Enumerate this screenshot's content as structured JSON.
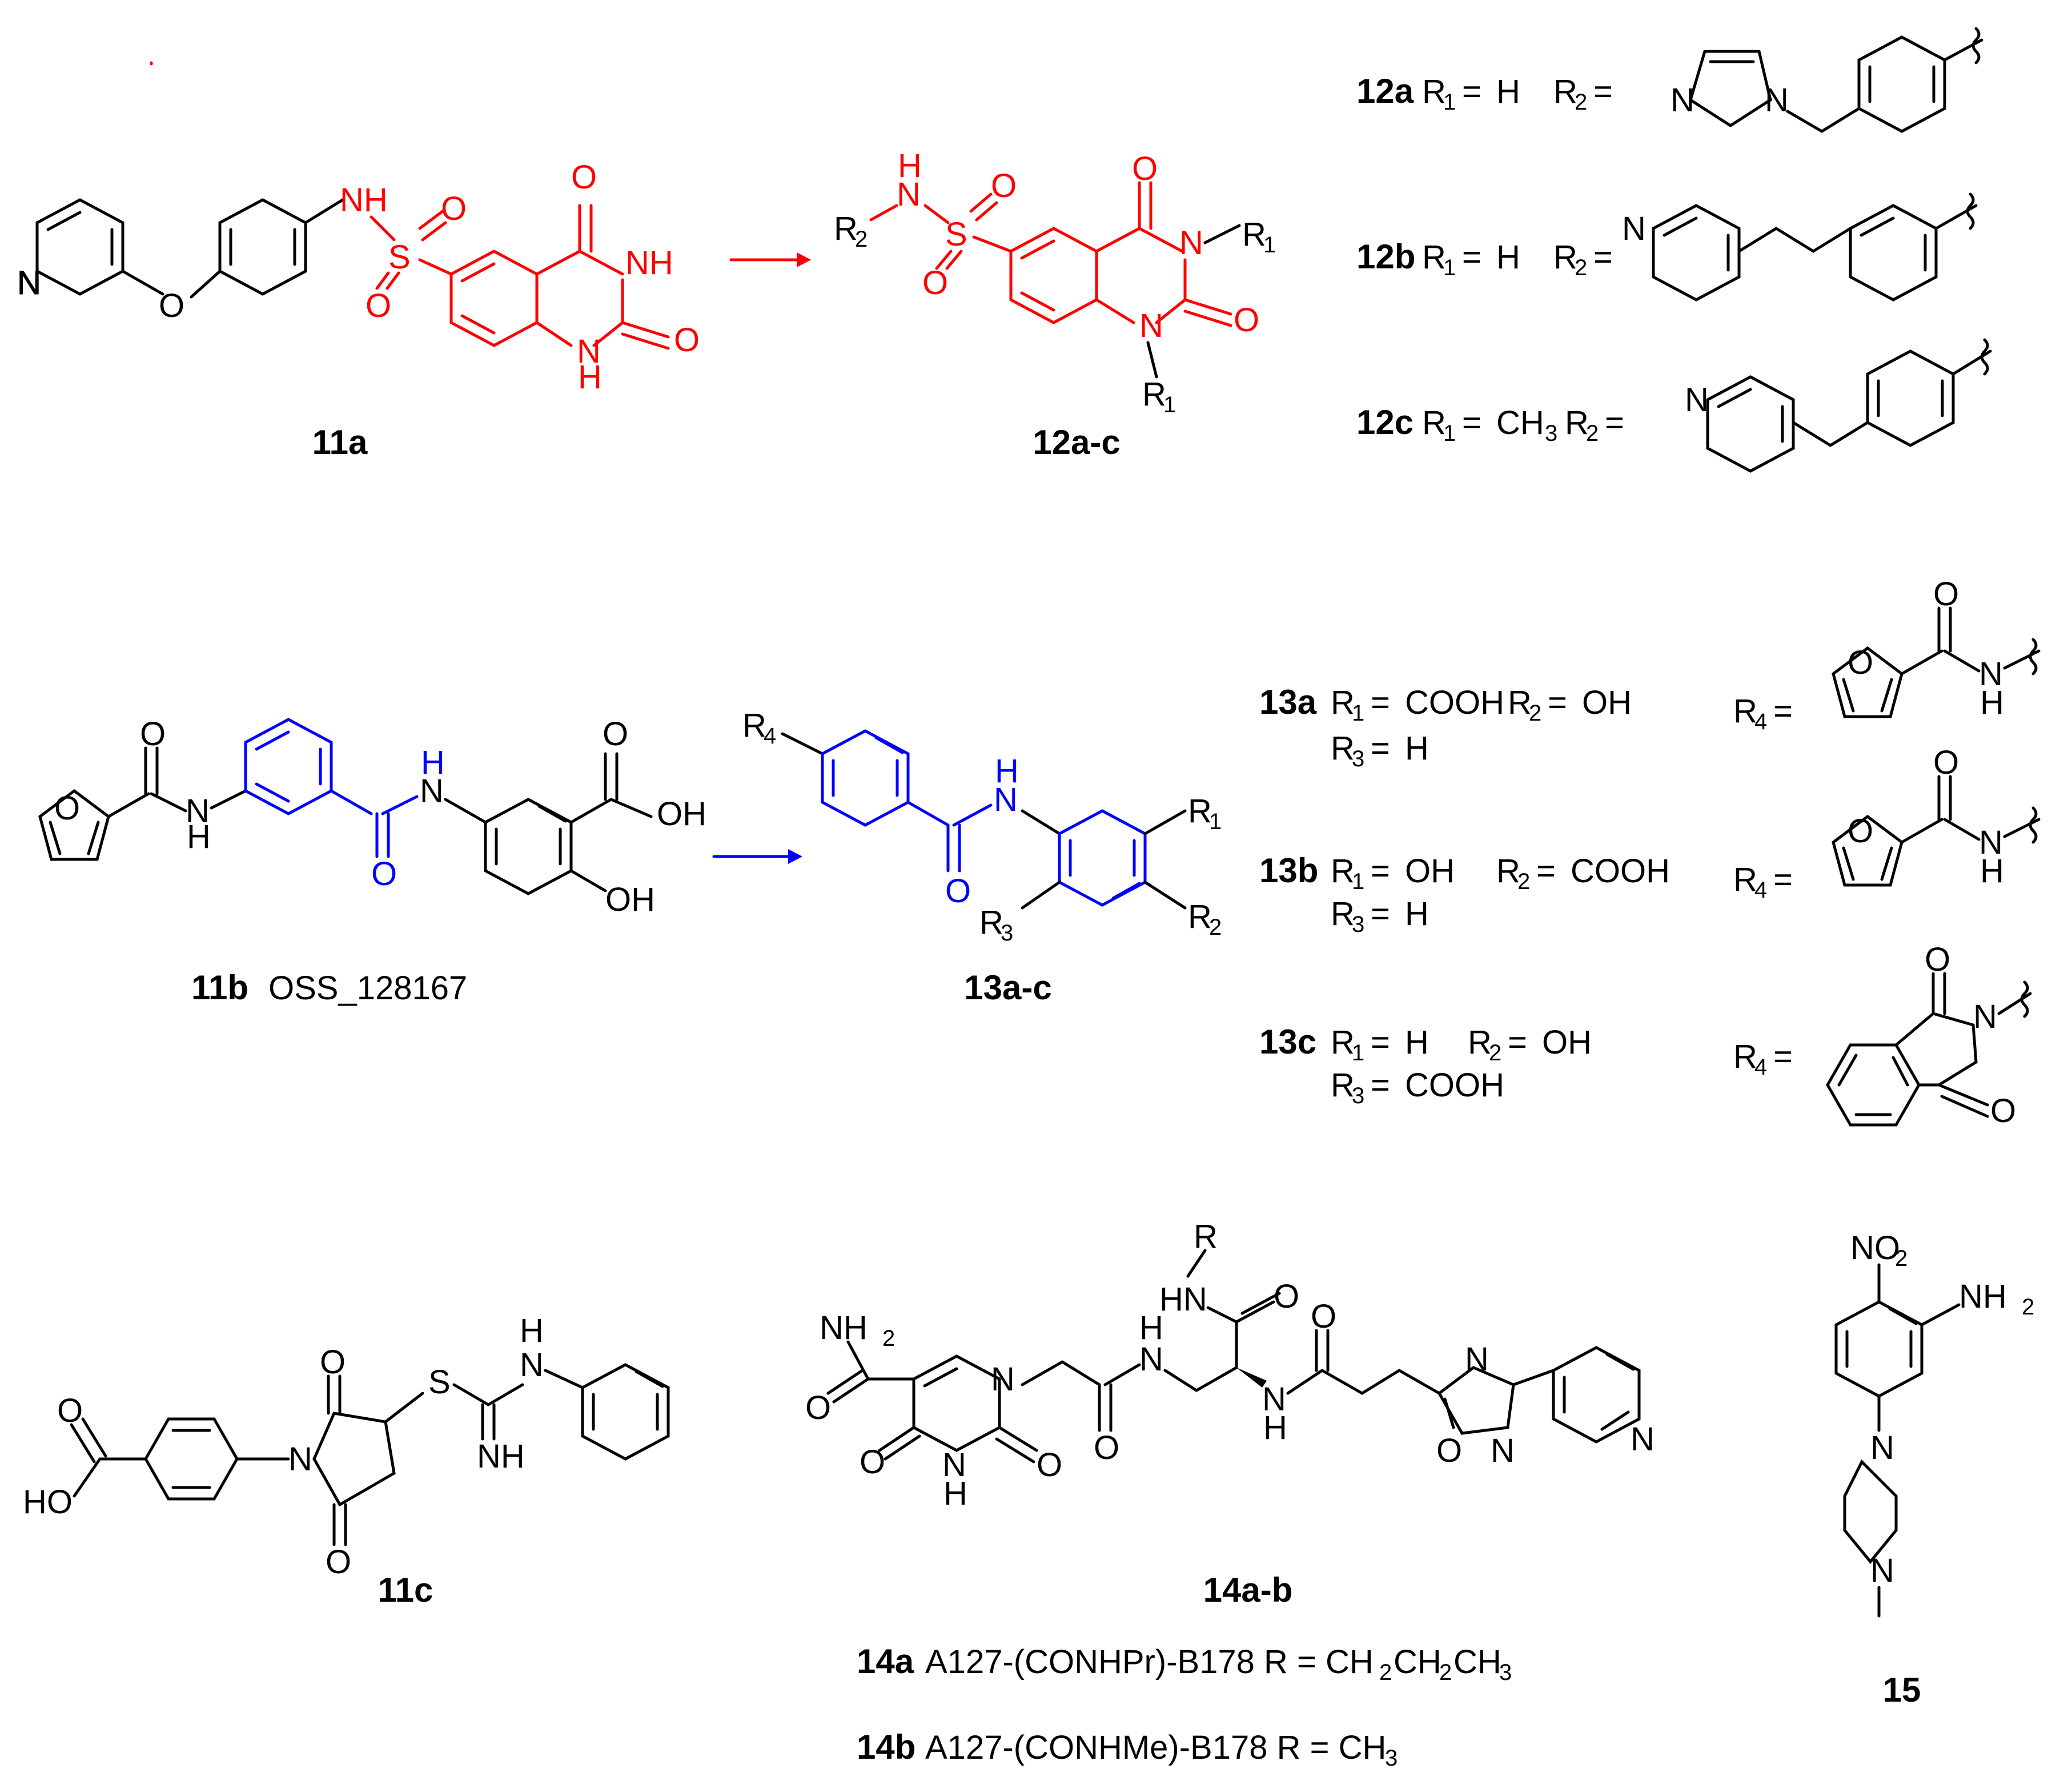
{
  "colors": {
    "highlight_red": "#ff0000",
    "highlight_blue": "#0000ff",
    "default": "#000000"
  },
  "compounds": {
    "c11a": "11a",
    "c11b": "11b",
    "c11b_desc": "OSS_128167",
    "c11c": "11c",
    "c12": "12a-c",
    "c13": "13a-c",
    "c14": "14a-b",
    "c15": "15",
    "c12a": "12a",
    "c12b": "12b",
    "c12c": "12c",
    "c13a": "13a",
    "c13b": "13b",
    "c13c": "13c",
    "c14a": "14a",
    "c14b": "14b",
    "c14a_desc": "A127-(CONHPr)-B178  R = CH",
    "c14b_desc": "A127-(CONHMe)-B178  R = CH"
  },
  "atoms": {
    "N": "N",
    "O": "O",
    "S": "S",
    "H": "H",
    "R": "R",
    "NH": "NH",
    "HN": "HN",
    "OH": "OH",
    "HO": "HO",
    "NH2": "NH",
    "NO": "NO",
    "two": "2",
    "three": "3",
    "R1": "R",
    "R2": "R",
    "R3": "R",
    "R4": "R",
    "one": "1",
    "four": "4"
  },
  "substituents": {
    "eq": "=",
    "H": "H",
    "OH": "OH",
    "COOH": "COOH",
    "CH": "CH"
  }
}
